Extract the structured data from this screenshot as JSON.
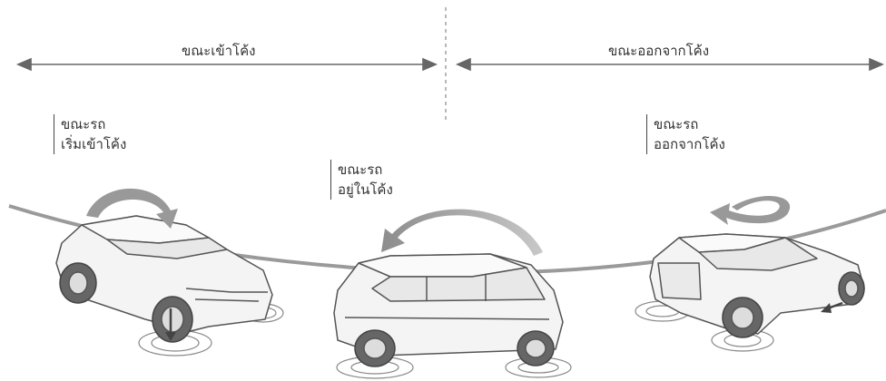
{
  "phases": {
    "entering": "ขณะเข้าโค้ง",
    "exiting": "ขณะออกจากโค้ง"
  },
  "stages": {
    "start": {
      "line1": "ขณะรถ",
      "line2": "เริ่มเข้าโค้ง"
    },
    "middle": {
      "line1": "ขณะรถ",
      "line2": "อยู่ในโค้ง"
    },
    "exit": {
      "line1": "ขณะรถ",
      "line2": "ออกจากโค้ง"
    }
  },
  "colors": {
    "line": "#666666",
    "road": "#999999",
    "car_fill": "#f4f4f4",
    "car_stroke": "#555555",
    "motion_arrow": "#a8a8a8"
  }
}
